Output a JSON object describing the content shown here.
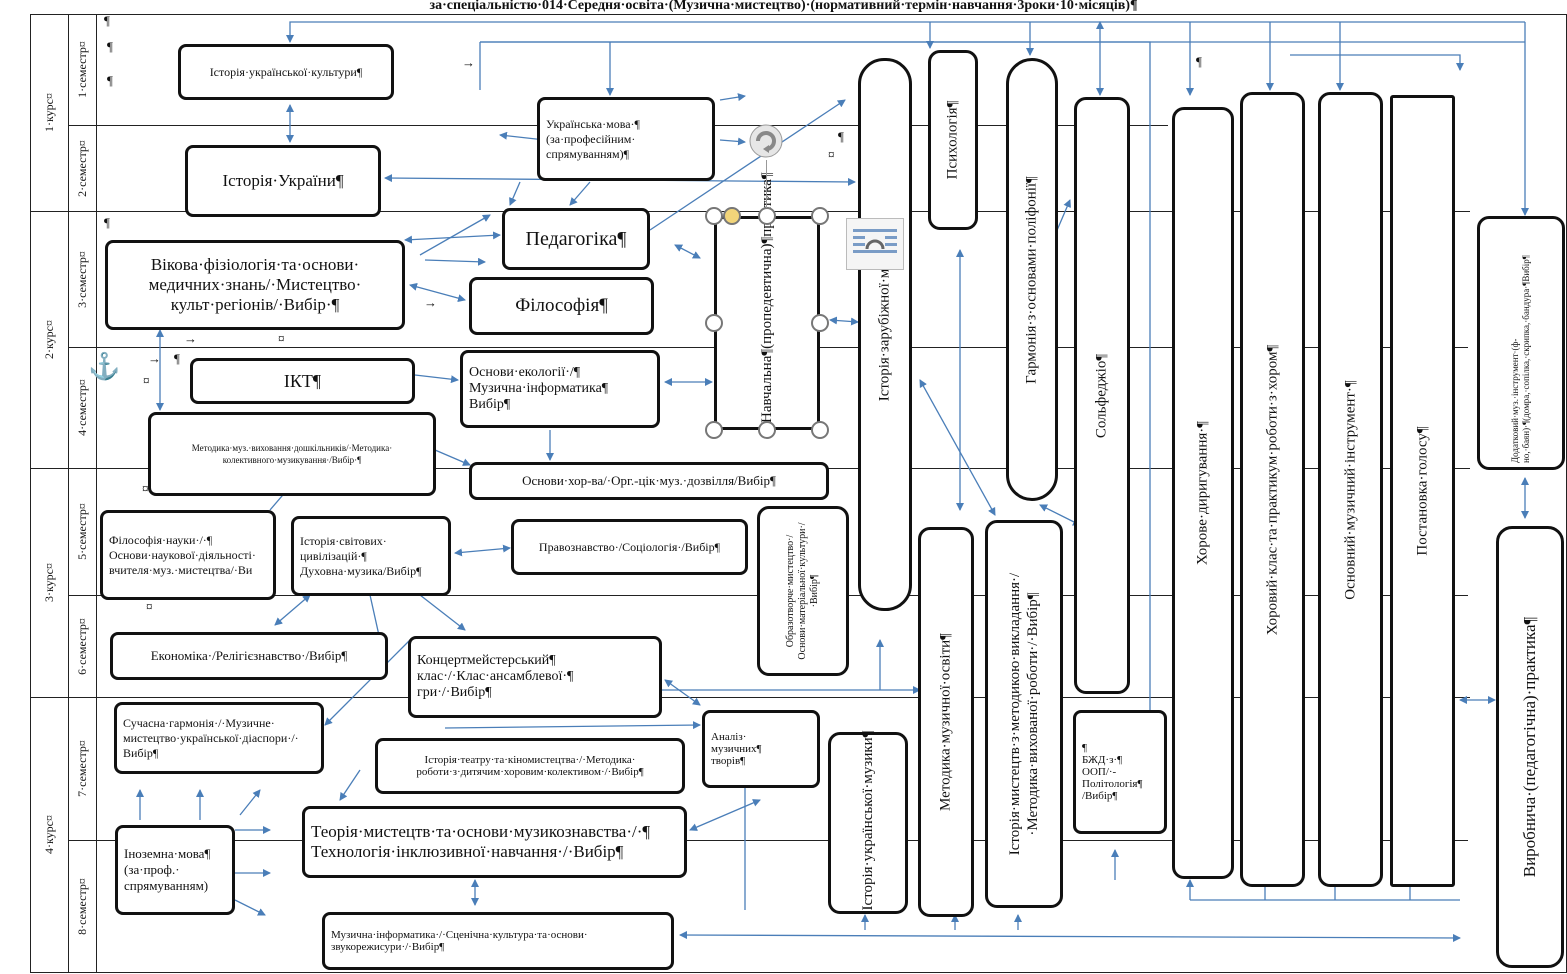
{
  "title": "за·спеціальністю·014·Середня·освіта·(Музична·мистецтво)·(нормативний·термін·навчання·3роки·10·місяців)¶",
  "years": [
    "1·курс¤",
    "2·курс¤",
    "3·курс¤",
    "4·курс¤"
  ],
  "semesters": [
    "1·семестр¤",
    "2·семестр¤",
    "3·семестр¤",
    "4·семестр¤",
    "5·семестр¤",
    "6·семестр¤",
    "7·семестр¤",
    "8·семестр¤"
  ],
  "boxes": {
    "ukr_culture": "Історія·української·культури¶",
    "ukr_lang_1": "Українська·мова·¶",
    "ukr_lang_2": "(за·професійним·",
    "ukr_lang_3": "спрямуванням)¶",
    "ukr_history": "Історія·України¶",
    "pedagogy": "Педагогіка¶",
    "physiology_1": "Вікова·фізіологія·та·основи·",
    "physiology_2": "медичних·знань/·Мистецтво·",
    "physiology_3": "культ·регіонів/·Вибір·¶",
    "philosophy": "Філософія¶",
    "ikt": "ІКТ¶",
    "ecology_1": "Основи·екології·/¶",
    "ecology_2": "Музична·інформатика¶",
    "ecology_3": "Вибір¶",
    "methodics_1": "Методика·муз.·виховання·дошкільників/·Методика·",
    "methodics_2": "колективного·музикування·/Вибір·¶",
    "choral_basics": "Основи·хор-ва/·Орг.-цік·муз.·дозвілля/Вибір¶",
    "sci_phil_1": "Філософія·науки·/·¶",
    "sci_phil_2": "Основи·наукової·діяльності·",
    "sci_phil_3": "вчителя·муз.·мистецтва/·Ви",
    "civilizations_1": "Історія·світових·",
    "civilizations_2": "цивілізацій·¶",
    "civilizations_3": "Духовна·музика/Вибір¶",
    "law": "Правознавство·/Соціологія·/Вибір¶",
    "visual_art_1": "Образотворче·мистецтво·/",
    "visual_art_2": "Основи·матеріальної·",
    "visual_art_3": "культури·/·Вибір¶",
    "economics": "Економіка·/Релігієзнавство·/Вибір¶",
    "concert_1": "Концертмейстерський¶",
    "concert_2": "клас·/·Клас·ансамблевої·¶",
    "concert_3": "гри·/·Вибір¶",
    "harmony_mod_1": "Сучасна·гармонія·/·Музичне·",
    "harmony_mod_2": "мистецтво·української·діаспори·/·",
    "harmony_mod_3": "Вибір¶",
    "theatre_1": "Історія·театру·та·кіномистецтва·/·Методика·",
    "theatre_2": "роботи·з·дитячим·хоровим·колективом·/·Вибір¶",
    "analysis_1": "Аналіз·",
    "analysis_2": "музичних¶",
    "analysis_3": "творів¶",
    "foreign_1": "Іноземна·мова¶",
    "foreign_2": "(за·проф.·",
    "foreign_3": "спрямуванням)",
    "theory_1": "Теорія·мистецтв·та·основи·музикознавства·/·¶",
    "theory_2": "Технологія·інклюзивної·навчання·/·Вибір¶",
    "informatics_1": "Музична·інформатика·/·Сценічна·культура·та·основи·",
    "informatics_2": "звукорежисури·/·Вибір¶",
    "safety_1": "¶",
    "safety_2": "БЖД·з·¶",
    "safety_3": "ООП/·-",
    "safety_4": "Політологія¶",
    "safety_5": "/Вибір¶"
  },
  "vertical_boxes": {
    "foreign_music_history": "Історія·зарубіжної·м",
    "psychology": "Психологія¶",
    "harmony_poly": "Гармонія·з·основами·поліфонії¶",
    "solfeggio": "Сольфеджіо¶",
    "choral_conducting": "Хорове·диригування·¶",
    "choral_class": "Хоровий·клас·та·практикум·роботи·з·хором¶",
    "main_instrument": "Основний·музичний·інструмент·¶",
    "voice": "Постановка·голосу¶",
    "extra_instr_1": "Додатковий·муз.·інструмент·(ф-но,·баян)·¶",
    "extra_instr_2": "(домра,·сопілка,·скрипка,·",
    "extra_instr_3": "бандура·¶",
    "extra_instr_4": "Вибір¶",
    "music_ed_method": "Методика·музичної·освіти¶",
    "art_history_method_1": "Історія·мистецтв·з·методикою·викладання·/·",
    "art_history_method_2": "Методика·вихованої·роботи·/·Вибір¶",
    "ukr_music_history_1": "Історія·української·",
    "ukr_music_history_2": "музики¶",
    "edu_practice_1": "Навчальна¶",
    "edu_practice_2": "(пропедевтична)¶",
    "edu_practice_3": "практика¶",
    "industrial_practice": "Виробнича·(педагогічна)·практика¶"
  },
  "marks": {
    "pilcrow": "¶",
    "currency": "¤",
    "o_mark": "¤",
    "arrow_mark": "→"
  },
  "icons": [
    "rotate-icon",
    "layout-options-icon",
    "anchor-icon"
  ],
  "colors": {
    "arrow": "#4a7eb8",
    "border": "#111111",
    "handle_fill": "#f2d57a"
  }
}
